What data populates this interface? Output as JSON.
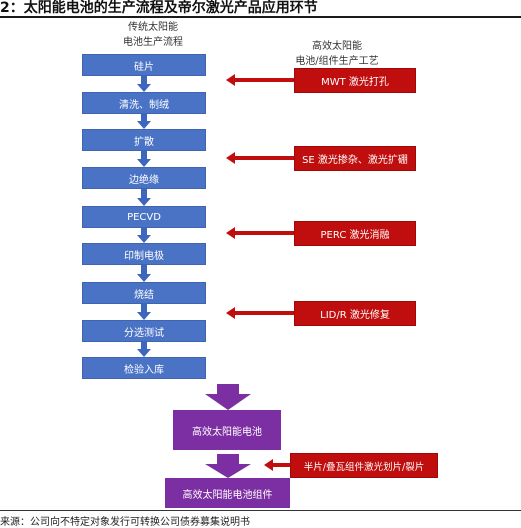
{
  "title": "2：太阳能电池的生产流程及帝尔激光产品应用环节",
  "left_header": [
    "传统太阳能",
    "电池生产流程"
  ],
  "right_header": [
    "高效太阳能",
    "电池/组件生产工艺"
  ],
  "steps": [
    "硅片",
    "清洗、制绒",
    "扩散",
    "边绝缘",
    "PECVD",
    "印制电极",
    "烧结",
    "分选测试",
    "检验入库"
  ],
  "laser_processes": [
    "MWT 激光打孔",
    "SE 激光掺杂、激光扩硼",
    "PERC 激光消融",
    "LID/R 激光修复",
    "半片/叠瓦组件激光划片/裂片"
  ],
  "high_efficiency": [
    "高效太阳能电池",
    "高效太阳能电池组件"
  ],
  "source": "来源：公司向不特定对象发行可转换公司债券募集说明书",
  "colors": {
    "step_blue": "#4a73c6",
    "arrow_blue": "#3d67bf",
    "laser_red": "#c00d0d",
    "purple": "#7c2fa2"
  }
}
